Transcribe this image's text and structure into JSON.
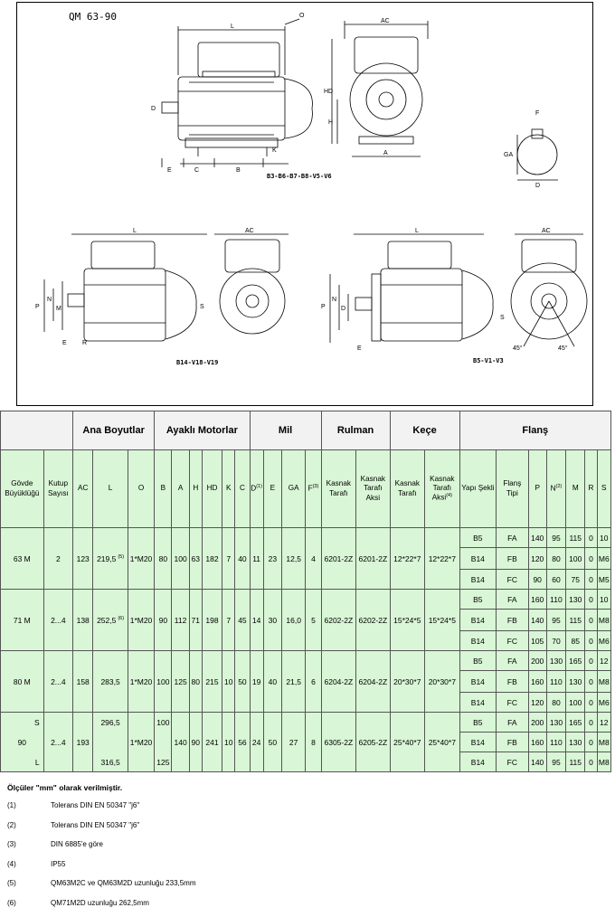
{
  "drawing": {
    "title": "QM 63-90",
    "caption_top": "B3-B6-B7-B8-V5-V6",
    "caption_left": "B14-V18-V19",
    "caption_right": "B5-V1-V3",
    "dim_labels": {
      "L": "L",
      "O": "O",
      "AC": "AC",
      "HD": "HD",
      "H": "H",
      "A": "A",
      "B": "B",
      "C": "C",
      "E": "E",
      "K": "K",
      "D": "D",
      "F": "F",
      "GA": "GA",
      "P": "P",
      "N": "N",
      "M": "M",
      "S": "S",
      "R": "R",
      "deg45": "45°"
    }
  },
  "table": {
    "groups": {
      "ana": "Ana Boyutlar",
      "ayakli": "Ayaklı Motorlar",
      "mil": "Mil",
      "rulman": "Rulman",
      "kece": "Keçe",
      "flans": "Flanş"
    },
    "subheaders": {
      "govde": "Gövde Büyüklüğü",
      "kutup": "Kutup Sayısı",
      "AC": "AC",
      "L": "L",
      "O": "O",
      "B": "B",
      "A": "A",
      "H": "H",
      "HD": "HD",
      "K": "K",
      "C": "C",
      "D": "D",
      "D_sup": "(1)",
      "E": "E",
      "GA": "GA",
      "F": "F",
      "F_sup": "(3)",
      "rulman_kasnak": "Kasnak Tarafı",
      "rulman_aks": "Kasnak Tarafı Aksi",
      "kece_kasnak": "Kasnak Tarafı",
      "kece_aks": "Kasnak Tarafı Aksi",
      "kece_aks_sup": "(4)",
      "yapi": "Yapı Şekli",
      "flans_tipi": "Flanş Tipi",
      "P": "P",
      "N": "N",
      "N_sup": "(2)",
      "M": "M",
      "R": "R",
      "S": "S"
    },
    "frames": [
      {
        "govde": "63 M",
        "kutup": "2",
        "AC": "123",
        "L": "219,5",
        "L_sup": "(5)",
        "O": "1*M20",
        "B": "80",
        "A": "100",
        "H": "63",
        "HD": "182",
        "K": "7",
        "C": "40",
        "D": "11",
        "E": "23",
        "GA": "12,5",
        "F": "4",
        "rulman_kasnak": "6201-2Z",
        "rulman_aks": "6201-2Z",
        "kece_kasnak": "12*22*7",
        "kece_aks": "12*22*7",
        "flanges": [
          {
            "yapi": "B5",
            "tip": "FA",
            "P": "140",
            "N": "95",
            "M": "115",
            "R": "0",
            "S": "10"
          },
          {
            "yapi": "B14",
            "tip": "FB",
            "P": "120",
            "N": "80",
            "M": "100",
            "R": "0",
            "S": "M6"
          },
          {
            "yapi": "B14",
            "tip": "FC",
            "P": "90",
            "N": "60",
            "M": "75",
            "R": "0",
            "S": "M5"
          }
        ]
      },
      {
        "govde": "71 M",
        "kutup": "2...4",
        "AC": "138",
        "L": "252,5",
        "L_sup": "(6)",
        "O": "1*M20",
        "B": "90",
        "A": "112",
        "H": "71",
        "HD": "198",
        "K": "7",
        "C": "45",
        "D": "14",
        "E": "30",
        "GA": "16,0",
        "F": "5",
        "rulman_kasnak": "6202-2Z",
        "rulman_aks": "6202-2Z",
        "kece_kasnak": "15*24*5",
        "kece_aks": "15*24*5",
        "flanges": [
          {
            "yapi": "B5",
            "tip": "FA",
            "P": "160",
            "N": "110",
            "M": "130",
            "R": "0",
            "S": "10"
          },
          {
            "yapi": "B14",
            "tip": "FB",
            "P": "140",
            "N": "95",
            "M": "115",
            "R": "0",
            "S": "M8"
          },
          {
            "yapi": "B14",
            "tip": "FC",
            "P": "105",
            "N": "70",
            "M": "85",
            "R": "0",
            "S": "M6"
          }
        ]
      },
      {
        "govde": "80 M",
        "kutup": "2...4",
        "AC": "158",
        "L": "283,5",
        "L_sup": "",
        "O": "1*M20",
        "B": "100",
        "A": "125",
        "H": "80",
        "HD": "215",
        "K": "10",
        "C": "50",
        "D": "19",
        "E": "40",
        "GA": "21,5",
        "F": "6",
        "rulman_kasnak": "6204-2Z",
        "rulman_aks": "6204-2Z",
        "kece_kasnak": "20*30*7",
        "kece_aks": "20*30*7",
        "flanges": [
          {
            "yapi": "B5",
            "tip": "FA",
            "P": "200",
            "N": "130",
            "M": "165",
            "R": "0",
            "S": "12"
          },
          {
            "yapi": "B14",
            "tip": "FB",
            "P": "160",
            "N": "110",
            "M": "130",
            "R": "0",
            "S": "M8"
          },
          {
            "yapi": "B14",
            "tip": "FC",
            "P": "120",
            "N": "80",
            "M": "100",
            "R": "0",
            "S": "M6"
          }
        ]
      },
      {
        "govde": "90",
        "govde_S": "S",
        "govde_L": "L",
        "kutup": "2...4",
        "AC": "193",
        "L_S": "296,5",
        "L_L": "316,5",
        "O": "1*M20",
        "B_S": "100",
        "B_L": "125",
        "A": "140",
        "H": "90",
        "HD": "241",
        "K": "10",
        "C": "56",
        "D": "24",
        "E": "50",
        "GA": "27",
        "F": "8",
        "rulman_kasnak": "6305-2Z",
        "rulman_aks": "6205-2Z",
        "kece_kasnak": "25*40*7",
        "kece_aks": "25*40*7",
        "flanges": [
          {
            "yapi": "B5",
            "tip": "FA",
            "P": "200",
            "N": "130",
            "M": "165",
            "R": "0",
            "S": "12"
          },
          {
            "yapi": "B14",
            "tip": "FB",
            "P": "160",
            "N": "110",
            "M": "130",
            "R": "0",
            "S": "M8"
          },
          {
            "yapi": "B14",
            "tip": "FC",
            "P": "140",
            "N": "95",
            "M": "115",
            "R": "0",
            "S": "M8"
          }
        ]
      }
    ]
  },
  "notes": {
    "heading": "Ölçüler \"mm\" olarak verilmiştir.",
    "items": [
      {
        "num": "(1)",
        "text": "Tolerans DIN EN 50347 \"j6\""
      },
      {
        "num": "(2)",
        "text": "Tolerans DIN EN 50347 \"j6\""
      },
      {
        "num": "(3)",
        "text": "DIN 6885'e göre"
      },
      {
        "num": "(4)",
        "text": "IP55"
      },
      {
        "num": "(5)",
        "text": "QM63M2C ve QM63M2D uzunluğu 233,5mm"
      },
      {
        "num": "(6)",
        "text": "QM71M2D uzunluğu 262,5mm"
      }
    ]
  }
}
